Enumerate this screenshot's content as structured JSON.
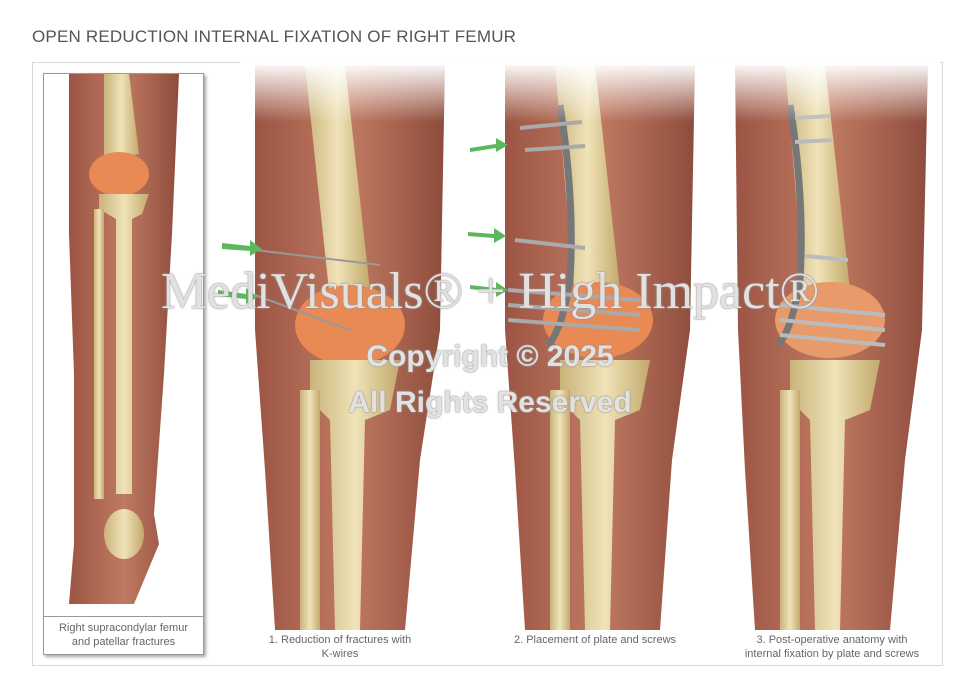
{
  "title": "OPEN REDUCTION INTERNAL FIXATION OF RIGHT FEMUR",
  "panels": [
    {
      "caption_line1": "Right supracondylar femur",
      "caption_line2": "and patellar fractures"
    },
    {
      "caption_line1": "1. Reduction of fractures with",
      "caption_line2": "K-wires"
    },
    {
      "caption_line1": "2. Placement of plate and screws",
      "caption_line2": ""
    },
    {
      "caption_line1": "3. Post-operative anatomy with",
      "caption_line2": "internal fixation by plate and screws"
    }
  ],
  "watermark": {
    "brand": "MediVisuals® + High Impact®",
    "copyright": "Copyright © 2025",
    "rights": "All Rights Reserved"
  },
  "colors": {
    "skin": "#b46a55",
    "bone": "#e8d7a6",
    "fracture": "#f07a3a",
    "arrow": "#5cb85c",
    "hardware": "#b8b8b8"
  }
}
